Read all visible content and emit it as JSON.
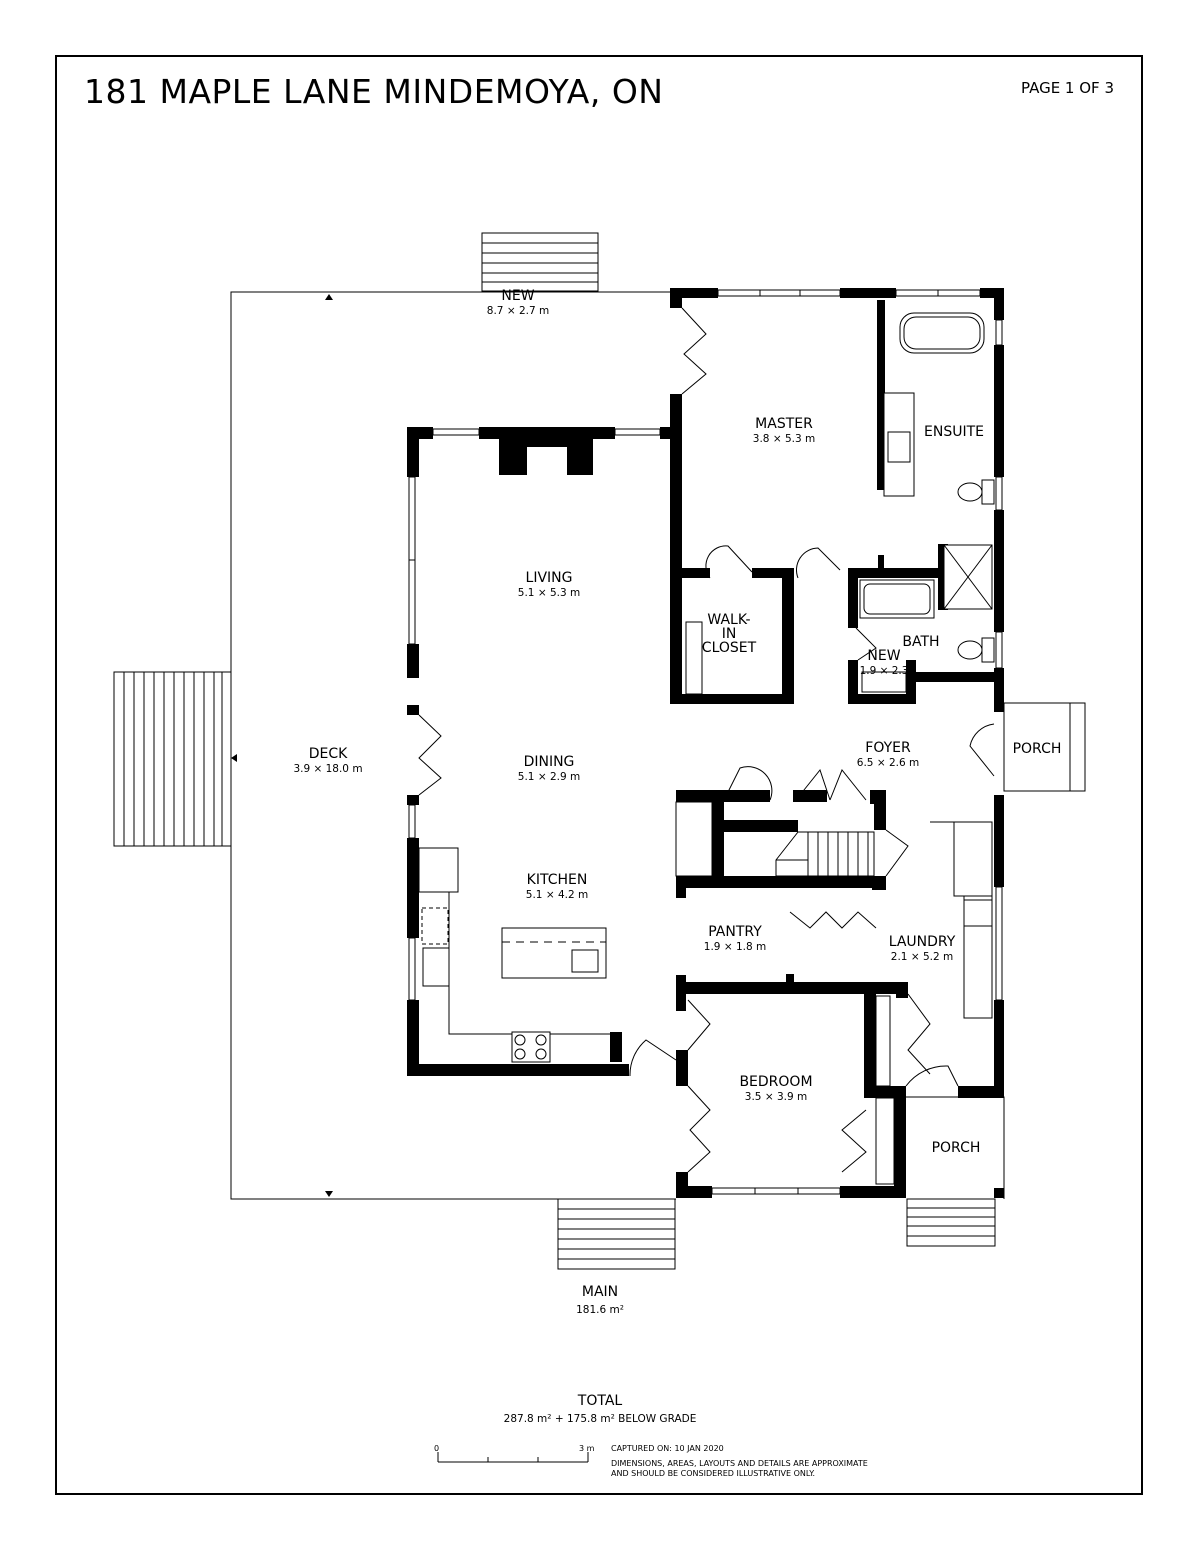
{
  "header": {
    "address": "181 MAPLE LANE MINDEMOYA, ON",
    "page": "PAGE 1 OF 3"
  },
  "rooms": {
    "new_top": {
      "name": "NEW",
      "dim": "8.7 × 2.7 m"
    },
    "master": {
      "name": "MASTER",
      "dim": "3.8 × 5.3 m"
    },
    "ensuite": {
      "name": "ENSUITE"
    },
    "living": {
      "name": "LIVING",
      "dim": "5.1 × 5.3 m"
    },
    "walk_in_closet": {
      "name_line1": "WALK-",
      "name_line2": "IN",
      "name_line3": "CLOSET"
    },
    "bath": {
      "name": "BATH"
    },
    "new_small": {
      "name": "NEW",
      "dim": "1.9 × 2.3"
    },
    "deck": {
      "name": "DECK",
      "dim": "3.9 × 18.0 m"
    },
    "dining": {
      "name": "DINING",
      "dim": "5.1 × 2.9 m"
    },
    "foyer": {
      "name": "FOYER",
      "dim": "6.5 × 2.6 m"
    },
    "porch_right": {
      "name": "PORCH"
    },
    "kitchen": {
      "name": "KITCHEN",
      "dim": "5.1 × 4.2 m"
    },
    "pantry": {
      "name": "PANTRY",
      "dim": "1.9 × 1.8 m"
    },
    "laundry": {
      "name": "LAUNDRY",
      "dim": "2.1 × 5.2 m"
    },
    "bedroom": {
      "name": "BEDROOM",
      "dim": "3.5 × 3.9 m"
    },
    "porch_bottom": {
      "name": "PORCH"
    }
  },
  "floor": {
    "name": "MAIN",
    "area": "181.6 m²"
  },
  "total": {
    "label": "TOTAL",
    "value": "287.8 m² + 175.8 m² BELOW GRADE"
  },
  "scale": {
    "start": "0",
    "end": "3 m"
  },
  "captured": "CAPTURED ON: 10 JAN 2020",
  "disclaimer": {
    "line1": "DIMENSIONS, AREAS, LAYOUTS AND DETAILS ARE APPROXIMATE",
    "line2": "AND SHOULD BE CONSIDERED ILLUSTRATIVE ONLY."
  }
}
